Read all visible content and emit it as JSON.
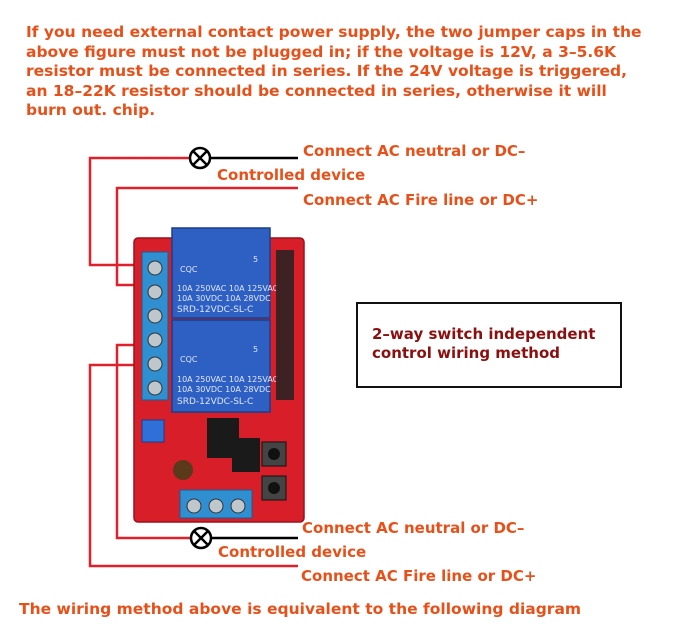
{
  "note": "If you need external contact power supply, the two jumper caps in the above figure must not be plugged in; if the voltage is 12V, a 3–5.6K resistor must be connected in series. If the 24V voltage is triggered, an 18–22K resistor should be connected in series, otherwise it will burn out. chip.",
  "labels": {
    "top_neutral": "Connect AC neutral or DC–",
    "top_device": "Controlled device",
    "top_fire": "Connect AC Fire line or DC+",
    "bottom_neutral": "Connect AC neutral or DC–",
    "bottom_device": "Controlled device",
    "bottom_fire": "Connect AC Fire line or DC+"
  },
  "box_text": "2–way switch independent control wiring method",
  "footer": "The wiring method above is equivalent to the following diagram",
  "relay": {
    "model": "SRD-12VDC-SL-C",
    "rating_line1": "10A 250VAC  10A 125VAC",
    "rating_line2": "10A 30VDC  10A 28VDC",
    "cert": "CQC",
    "number": "5"
  },
  "colors": {
    "wire_red": "#e0202a",
    "wire_black": "#000000",
    "text_orange": "#e8501a",
    "board_red": "#d81e28",
    "relay_blue": "#2e5fc2"
  },
  "icons": {
    "lamp": "x-circle-lamp-icon"
  }
}
